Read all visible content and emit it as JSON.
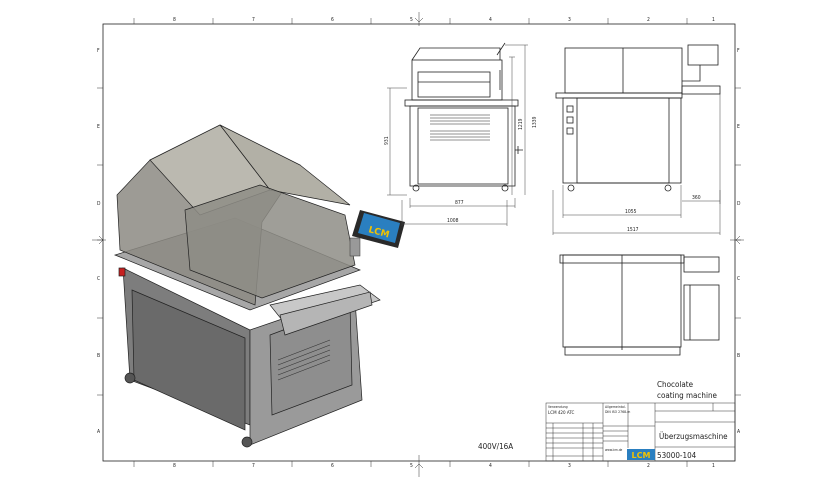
{
  "title_block": {
    "title_en_line1": "Chocolate",
    "title_en_line2": "coating machine",
    "title_de": "Überzugsmaschine",
    "drawing_number": "53000-104",
    "usage_label": "Verwendung",
    "usage_value": "LCM 420 ATC",
    "tolerance_label": "Allgemeintol.",
    "tolerance_value": "DIN ISO 2768-m",
    "website": "www.lcm.de",
    "logo_text": "LCM"
  },
  "power_spec": "400V/16A",
  "dimensions": {
    "front_height_table": "931",
    "front_height_total": "1219",
    "front_height_max": "1339",
    "front_width_body": "877",
    "front_width_total": "1008",
    "side_width_body": "1055",
    "side_panel_offset": "360",
    "side_width_total": "1517"
  },
  "grid": {
    "columns": [
      "8",
      "7",
      "6",
      "5",
      "4",
      "3",
      "2",
      "1"
    ],
    "rows": [
      "F",
      "E",
      "D",
      "C",
      "B",
      "A"
    ]
  },
  "colors": {
    "logo_bg": "#2a7fc0",
    "logo_text": "#f2c200"
  }
}
